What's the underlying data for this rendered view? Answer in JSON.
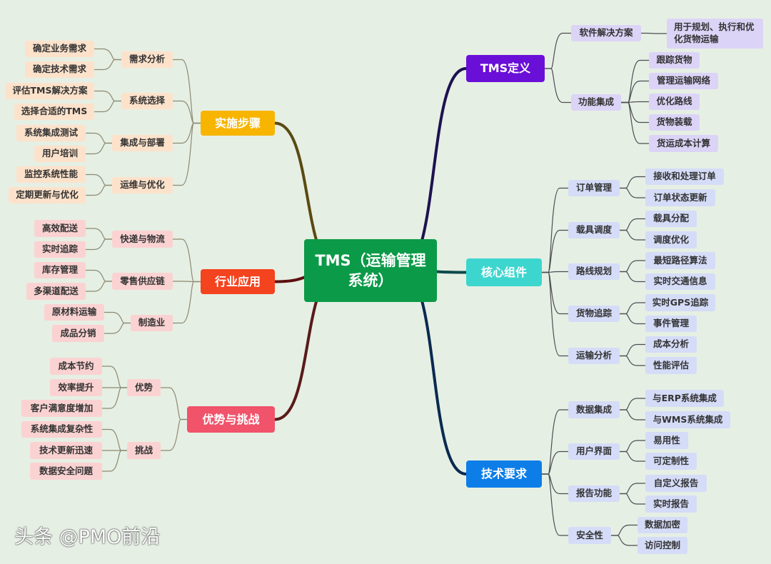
{
  "center": "TMS（运输管理系统）",
  "branches": {
    "impl": {
      "label": "实施步骤",
      "color": "#f7b500",
      "children": [
        {
          "label": "需求分析",
          "children": [
            "确定业务需求",
            "确定技术需求"
          ]
        },
        {
          "label": "系统选择",
          "children": [
            "评估TMS解决方案",
            "选择合适的TMS"
          ]
        },
        {
          "label": "集成与部署",
          "children": [
            "系统集成测试",
            "用户培训"
          ]
        },
        {
          "label": "运维与优化",
          "children": [
            "监控系统性能",
            "定期更新与优化"
          ]
        }
      ]
    },
    "industry": {
      "label": "行业应用",
      "color": "#f4431f",
      "children": [
        {
          "label": "快递与物流",
          "children": [
            "高效配送",
            "实时追踪"
          ]
        },
        {
          "label": "零售供应链",
          "children": [
            "库存管理",
            "多渠道配送"
          ]
        },
        {
          "label": "制造业",
          "children": [
            "原材料运输",
            "成品分销"
          ]
        }
      ]
    },
    "pros": {
      "label": "优势与挑战",
      "color": "#f0536a",
      "children": [
        {
          "label": "优势",
          "children": [
            "成本节约",
            "效率提升",
            "客户满意度增加"
          ]
        },
        {
          "label": "挑战",
          "children": [
            "系统集成复杂性",
            "技术更新迅速",
            "数据安全问题"
          ]
        }
      ]
    },
    "def": {
      "label": "TMS定义",
      "color": "#6a0fd8",
      "children": [
        {
          "label": "软件解决方案",
          "children": [
            "用于规划、执行和优化货物运输"
          ]
        },
        {
          "label": "功能集成",
          "children": [
            "跟踪货物",
            "管理运输网络",
            "优化路线",
            "货物装载",
            "货运成本计算"
          ]
        }
      ]
    },
    "core": {
      "label": "核心组件",
      "color": "#3dd6cf",
      "children": [
        {
          "label": "订单管理",
          "children": [
            "接收和处理订单",
            "订单状态更新"
          ]
        },
        {
          "label": "载具调度",
          "children": [
            "载具分配",
            "调度优化"
          ]
        },
        {
          "label": "路线规划",
          "children": [
            "最短路径算法",
            "实时交通信息"
          ]
        },
        {
          "label": "货物追踪",
          "children": [
            "实时GPS追踪",
            "事件管理"
          ]
        },
        {
          "label": "运输分析",
          "children": [
            "成本分析",
            "性能评估"
          ]
        }
      ]
    },
    "tech": {
      "label": "技术要求",
      "color": "#0d7de8",
      "children": [
        {
          "label": "数据集成",
          "children": [
            "与ERP系统集成",
            "与WMS系统集成"
          ]
        },
        {
          "label": "用户界面",
          "children": [
            "易用性",
            "可定制性"
          ]
        },
        {
          "label": "报告功能",
          "children": [
            "自定义报告",
            "实时报告"
          ]
        },
        {
          "label": "安全性",
          "children": [
            "数据加密",
            "访问控制"
          ]
        }
      ]
    }
  },
  "watermark": "头条 @PMO前沿"
}
